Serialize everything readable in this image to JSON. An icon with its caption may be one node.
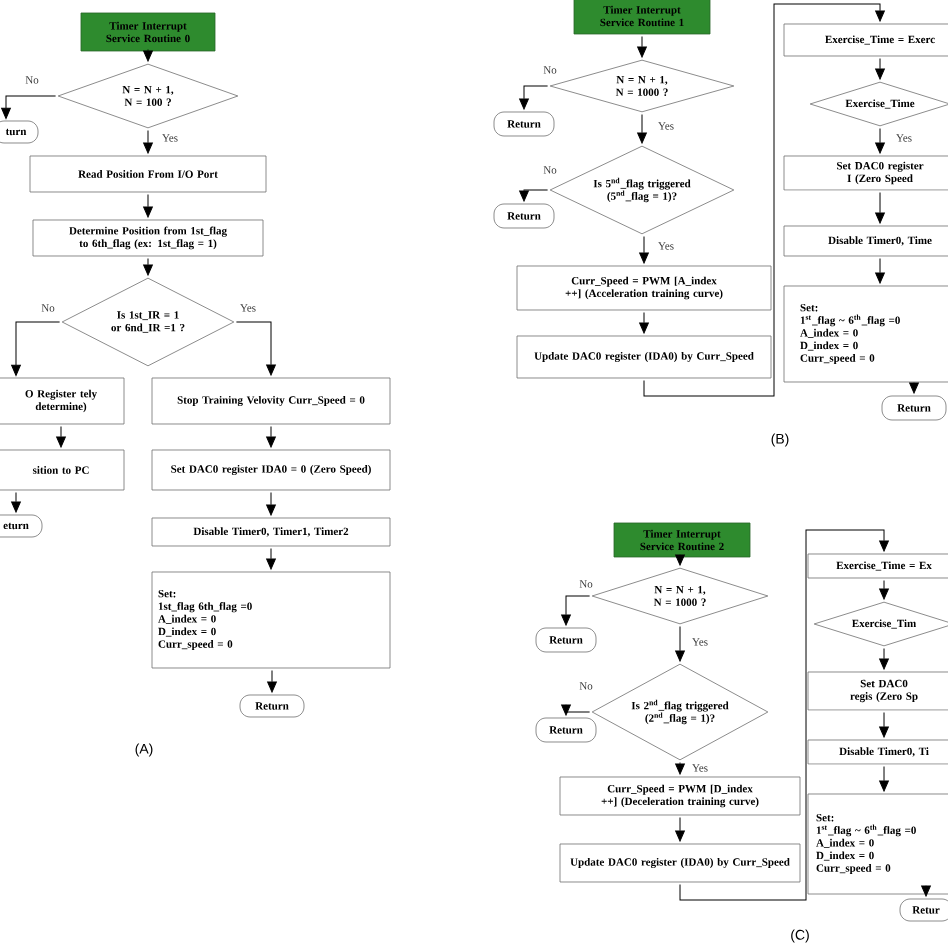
{
  "diagram": {
    "nodes": [
      {
        "text": [
          "Timer Interrupt Service Routine 0"
        ]
      },
      {
        "text": [
          "N = N + 1, N = 100 ?"
        ]
      },
      {
        "text": [
          "turn"
        ]
      },
      {
        "text": [
          "Read Position From I/O Port"
        ]
      },
      {
        "text": [
          "Determine Position from 1st_flag to 6th_flag (ex: 1st_flag = 1)"
        ]
      },
      {
        "text": [
          "Is 1st_IR = 1 or 6nd_IR =1 ?"
        ]
      },
      {
        "text": [
          "O Register tely determine)"
        ]
      },
      {
        "text": [
          "sition to PC"
        ]
      },
      {
        "text": [
          "eturn"
        ]
      },
      {
        "text": [
          "Stop Training Velovity Curr_Speed = 0"
        ]
      },
      {
        "text": [
          "Set DAC0 register IDA0 = 0 (Zero Speed)"
        ]
      },
      {
        "text": [
          "Disable Timer0, Timer1, Timer2"
        ]
      },
      {
        "text": [
          "Set:",
          "1st_flag 6th_flag =0",
          "A_index = 0",
          "D_index = 0",
          "Curr_speed = 0"
        ]
      },
      {
        "text": [
          "Return"
        ]
      },
      {
        "text": [
          "Timer Interrupt Service Routine 1"
        ]
      },
      {
        "text": [
          "N = N + 1, N = 1000 ?"
        ]
      },
      {
        "text": [
          "Return"
        ]
      },
      {
        "text": [
          "Is 5$^{nd}$_flag triggered (5$^{nd}$_flag = 1)?"
        ]
      },
      {
        "text": [
          "Return"
        ]
      },
      {
        "text": [
          "Curr_Speed = PWM [A_index ++] (Acceleration training curve)"
        ]
      },
      {
        "text": [
          "Update DAC0 register (IDA0) by Curr_Speed"
        ]
      },
      {
        "text": [
          "Exercise_Time = Exerc"
        ]
      },
      {
        "text": [
          "Exercise_Time"
        ]
      },
      {
        "text": [
          "Set DAC0 register I (Zero Speed"
        ]
      },
      {
        "text": [
          "Disable Timer0, Time"
        ]
      },
      {
        "text": [
          "Set:",
          "1$^{st}$_flag ~ 6$^{th}$_flag =0",
          "A_index = 0",
          "D_index = 0",
          "Curr_speed = 0"
        ]
      },
      {
        "text": [
          "Return"
        ]
      },
      {
        "text": [
          "Timer Interrupt Service Routine 2"
        ]
      },
      {
        "text": [
          "N = N + 1, N = 1000 ?"
        ]
      },
      {
        "text": [
          "Return"
        ]
      },
      {
        "text": [
          "Is 2$^{nd}$_flag triggered (2$^{nd}$_flag = 1)?"
        ]
      },
      {
        "text": [
          "Return"
        ]
      },
      {
        "text": [
          "Curr_Speed = PWM [D_index ++] (Deceleration training curve)"
        ]
      },
      {
        "text": [
          "Update DAC0 register (IDA0) by Curr_Speed"
        ]
      },
      {
        "text": [
          "Exercise_Time = Ex"
        ]
      },
      {
        "text": [
          "Exercise_Tim"
        ]
      },
      {
        "text": [
          "Set DAC0 regis (Zero Sp"
        ]
      },
      {
        "text": [
          "Disable Timer0, Ti"
        ]
      },
      {
        "text": [
          "Set:",
          "1$^{st}$_flag ~ 6$^{th}$_flag =0",
          "A_index = 0",
          "D_index = 0",
          "Curr_speed = 0"
        ]
      },
      {
        "text": [
          "Retur"
        ]
      }
    ],
    "edges": [
      {
        "from": 0,
        "to": 1,
        "arrow": "to"
      },
      {
        "from": 1,
        "to": 2,
        "arrow": "to",
        "label": "No"
      },
      {
        "from": 1,
        "to": 3,
        "arrow": "to",
        "label": "Yes"
      },
      {
        "from": 3,
        "to": 4,
        "arrow": "to"
      },
      {
        "from": 4,
        "to": 5,
        "arrow": "to"
      },
      {
        "from": 5,
        "to": 6,
        "arrow": "to",
        "label": "No"
      },
      {
        "from": 5,
        "to": 9,
        "arrow": "to",
        "label": "Yes"
      },
      {
        "from": 6,
        "to": 7,
        "arrow": "to"
      },
      {
        "from": 7,
        "to": 8,
        "arrow": "to"
      },
      {
        "from": 9,
        "to": 10,
        "arrow": "to"
      },
      {
        "from": 10,
        "to": 11,
        "arrow": "to"
      },
      {
        "from": 11,
        "to": 12,
        "arrow": "to"
      },
      {
        "from": 12,
        "to": 13,
        "arrow": "to"
      },
      {
        "from": 14,
        "to": 15,
        "arrow": "to"
      },
      {
        "from": 15,
        "to": 16,
        "arrow": "to",
        "label": "No"
      },
      {
        "from": 15,
        "to": 17,
        "arrow": "to",
        "label": "Yes"
      },
      {
        "from": 17,
        "to": 18,
        "arrow": "to",
        "label": "No"
      },
      {
        "from": 17,
        "to": 19,
        "arrow": "to",
        "label": "Yes"
      },
      {
        "from": 19,
        "to": 20,
        "arrow": "to"
      },
      {
        "from": 20,
        "to": 21,
        "arrow": "to"
      },
      {
        "from": 21,
        "to": 22,
        "arrow": "to"
      },
      {
        "from": 22,
        "to": 23,
        "arrow": "to",
        "label": "Yes"
      },
      {
        "from": 23,
        "to": 24,
        "arrow": "to"
      },
      {
        "from": 24,
        "to": 25,
        "arrow": "to"
      },
      {
        "from": 25,
        "to": 26,
        "arrow": "to"
      },
      {
        "from": 27,
        "to": 28,
        "arrow": "to"
      },
      {
        "from": 28,
        "to": 29,
        "arrow": "to",
        "label": "No"
      },
      {
        "from": 28,
        "to": 30,
        "arrow": "to",
        "label": "Yes"
      },
      {
        "from": 30,
        "to": 31,
        "arrow": "to",
        "label": "No"
      },
      {
        "from": 30,
        "to": 32,
        "arrow": "to",
        "label": "Yes"
      },
      {
        "from": 32,
        "to": 33,
        "arrow": "to"
      },
      {
        "from": 33,
        "to": 34,
        "arrow": "to"
      },
      {
        "from": 34,
        "to": 35,
        "arrow": "to"
      },
      {
        "from": 35,
        "to": 36,
        "arrow": "to"
      },
      {
        "from": 36,
        "to": 37,
        "arrow": "to"
      },
      {
        "from": 37,
        "to": 38,
        "arrow": "to"
      },
      {
        "from": 38,
        "to": 39,
        "arrow": "to"
      }
    ],
    "labels": [
      "(A)",
      "(B)",
      "(C)"
    ]
  }
}
